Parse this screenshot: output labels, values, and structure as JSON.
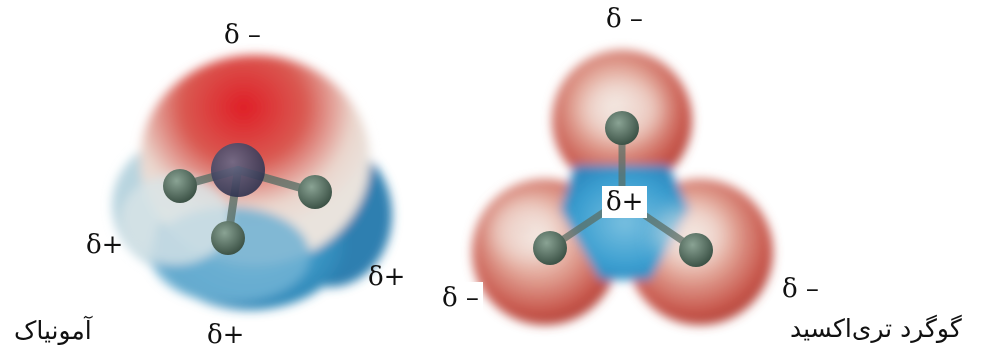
{
  "ammonia": {
    "caption": "آمونیاک",
    "charge_top": "δ –",
    "charge_left": "δ+",
    "charge_right": "δ+",
    "charge_bottom": "δ+"
  },
  "sulfur_trioxide": {
    "caption": "گوگرد تری‌اکسید",
    "charge_top": "δ –",
    "charge_center": "δ+",
    "charge_left": "δ –",
    "charge_right": "δ –"
  },
  "colors": {
    "negative": "#d8262a",
    "positive": "#2f94c7",
    "neutral": "#e9ded6",
    "atom": "#4f6a5c"
  }
}
